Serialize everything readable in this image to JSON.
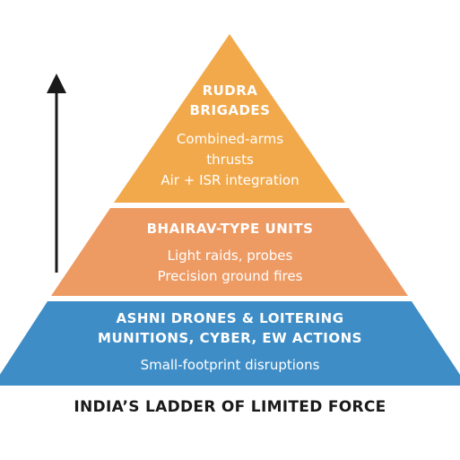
{
  "colors": {
    "top": "#F2A94B",
    "middle": "#EE9A63",
    "bottom": "#3E8DC6",
    "gap": "#ffffff",
    "arrow": "#1a1a1a"
  },
  "tiers": [
    {
      "title": [
        "RUDRA",
        "BRIGADES"
      ],
      "lines": [
        "Combined-arms",
        "thrusts",
        "Air + ISR integration"
      ]
    },
    {
      "title": [
        "BHAIRAV-TYPE UNITS"
      ],
      "lines": [
        "Light raids, probes",
        "Precision ground fires"
      ]
    },
    {
      "title": [
        "ASHNI DRONES & LOITERING",
        "MUNITIONS, CYBER, EW ACTIONS"
      ],
      "lines": [
        "Small-footprint disruptions"
      ]
    }
  ],
  "caption": "INDIA’S LADDER OF LIMITED FORCE",
  "arrow_icon": "up-arrow-icon"
}
